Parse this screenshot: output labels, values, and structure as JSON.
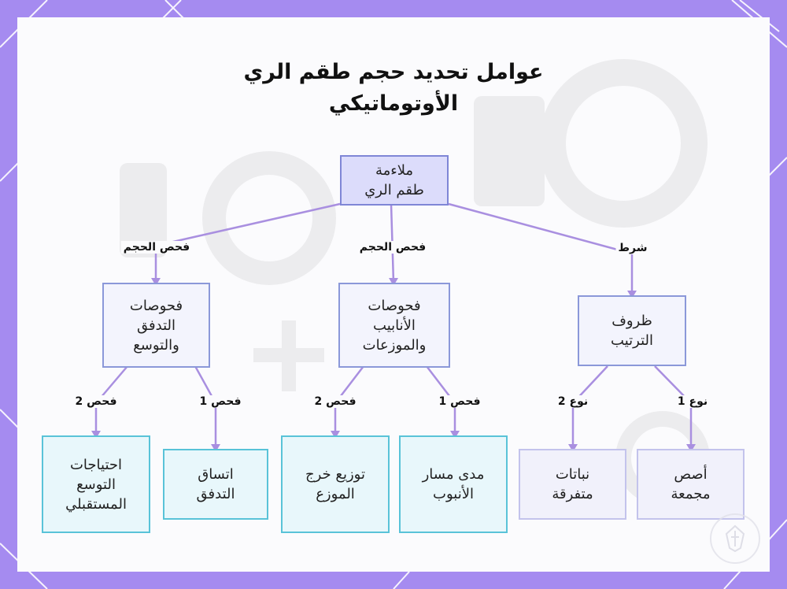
{
  "diagram": {
    "title_line1": "عوامل تحديد حجم طقم الري",
    "title_line2": "الأوتوماتيكي",
    "root": "ملاءمة\nطقم الري",
    "branches": {
      "left": {
        "edge_label": "فحص الحجم",
        "label": "فحوصات\nالتدفق\nوالتوسع"
      },
      "center": {
        "edge_label": "فحص الحجم",
        "label": "فحوصات\nالأنابيب\nوالموزعات"
      },
      "right": {
        "edge_label": "شرط",
        "label": "ظروف\nالترتيب"
      }
    },
    "leaves": {
      "l1": {
        "edge_label": "فحص 2",
        "label": "احتياجات\nالتوسع\nالمستقبلي"
      },
      "l2": {
        "edge_label": "فحص 1",
        "label": "اتساق\nالتدفق"
      },
      "c1": {
        "edge_label": "فحص 2",
        "label": "توزيع خرج\nالموزع"
      },
      "c2": {
        "edge_label": "فحص 1",
        "label": "مدى مسار\nالأنبوب"
      },
      "r1": {
        "edge_label": "نوع 2",
        "label": "نباتات\nمتفرقة"
      },
      "r2": {
        "edge_label": "نوع 1",
        "label": "أصص\nمجمعة"
      }
    }
  },
  "colors": {
    "frame": "#a58bf0",
    "connector": "#a98fe0",
    "root_fill": "#dcdcfb",
    "mid_fill": "#f3f4fd",
    "leaf_cyan": "#59c3d8",
    "leaf_lavender": "#c3c3ec"
  }
}
